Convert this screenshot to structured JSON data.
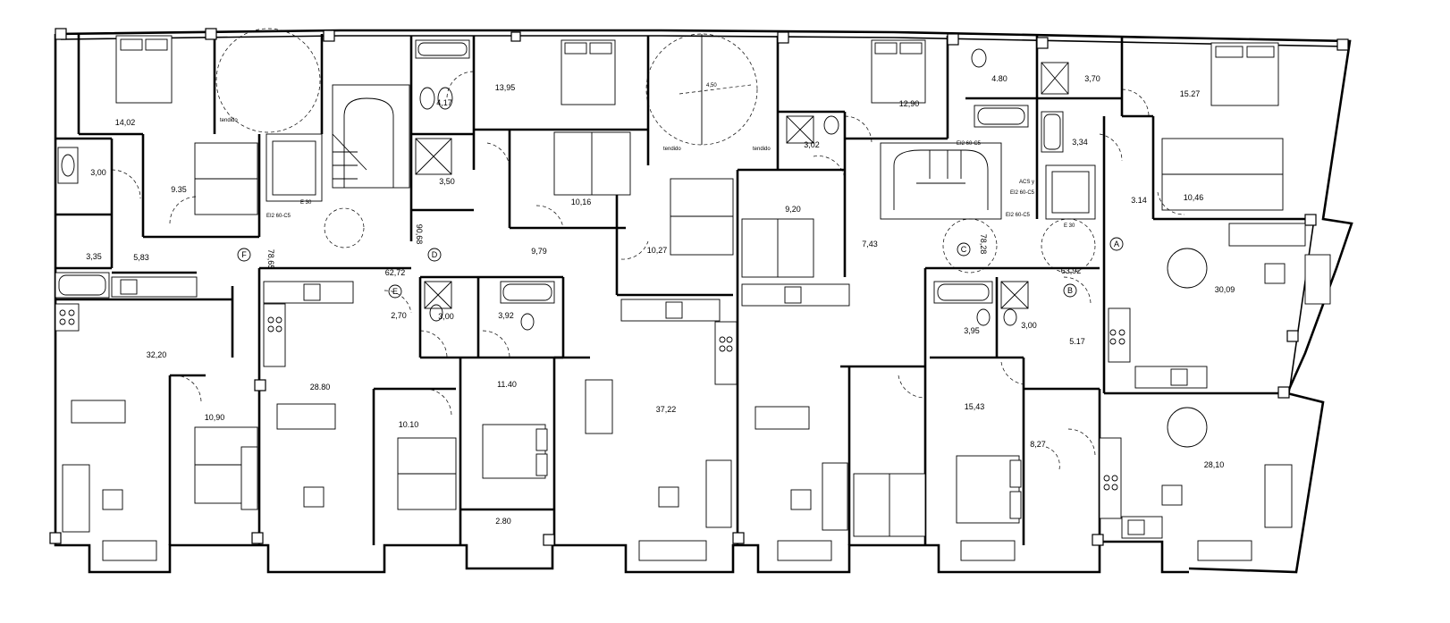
{
  "plan": {
    "areas": [
      "14,02",
      "3,00",
      "9.35",
      "3,35",
      "5,83",
      "78,65",
      "32,20",
      "10,90",
      "28.80",
      "62,72",
      "2,70",
      "90,68",
      "4,17",
      "3,50",
      "13,95",
      "10,16",
      "9,79",
      "10,27",
      "3,00",
      "3,92",
      "10.10",
      "11.40",
      "2.80",
      "37,22",
      "3,02",
      "9,20",
      "12,90",
      "7,43",
      "78,28",
      "4.80",
      "3,70",
      "3,34",
      "15.27",
      "3.14",
      "10,46",
      "63,92",
      "30,09",
      "3,95",
      "3,00",
      "5.17",
      "15,43",
      "8,27",
      "28,10"
    ],
    "markers": [
      "F",
      "D",
      "E",
      "C",
      "A",
      "B"
    ],
    "labels": [
      "tendido",
      "tendido",
      "tendido",
      "E 30",
      "EI2 60-C5",
      "E 30",
      "EI2 60-C5",
      "EI2 60-C5",
      "ACS y",
      "EI2 60-C5",
      "4,50"
    ]
  }
}
